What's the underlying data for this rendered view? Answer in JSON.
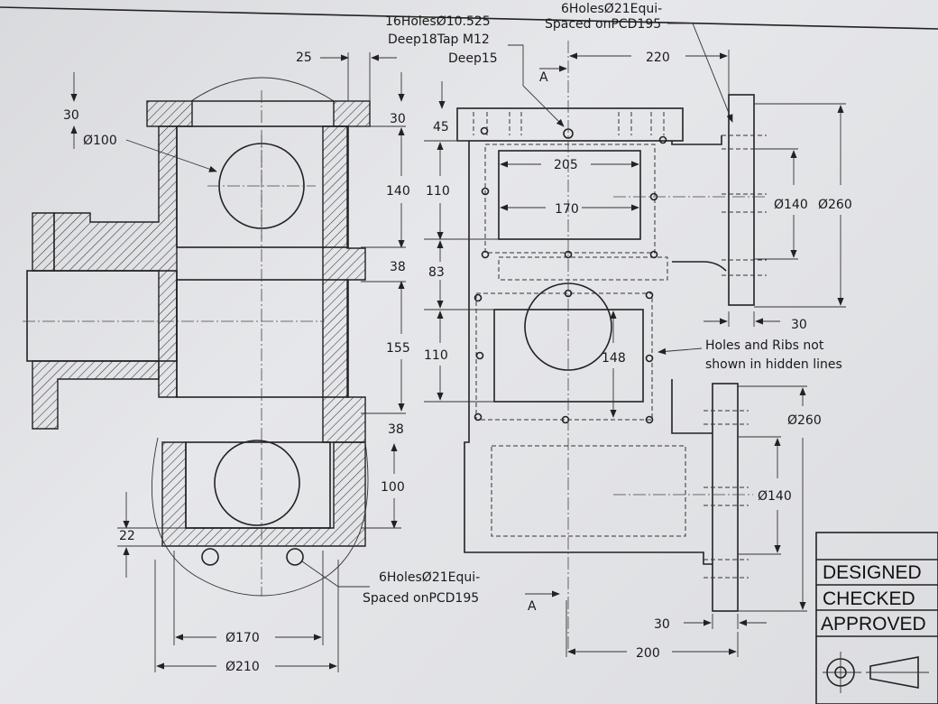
{
  "front_view": {
    "dims": {
      "d25": "25",
      "d30_top": "30",
      "d30_left": "30",
      "d100": "Ø100",
      "d140": "140",
      "d38_a": "38",
      "d155": "155",
      "d38_b": "38",
      "d100_v": "100",
      "d22": "22",
      "d170": "Ø170",
      "d210": "Ø210"
    },
    "note_bottom": [
      "6HolesØ21Equi-",
      "Spaced onPCD195"
    ]
  },
  "side_view": {
    "note_tap": [
      "16HolesØ10.525",
      "Deep18Tap M12",
      "Deep15"
    ],
    "note_top": [
      "6HolesØ21Equi-",
      "Spaced onPCD195"
    ],
    "section_mark": "A",
    "dims": {
      "d220": "220",
      "d45": "45",
      "d205": "205",
      "d110_a": "110",
      "d170": "170",
      "d83": "83",
      "d110_b": "110",
      "d148": "148",
      "d140_top": "Ø140",
      "d260_top": "Ø260",
      "d30_top": "30",
      "d260_bot": "Ø260",
      "d140_bot": "Ø140",
      "d30_bot": "30",
      "d200": "200"
    },
    "hidden_note": [
      "Holes and Ribs not",
      "shown in hidden lines"
    ]
  },
  "title_block": {
    "rows": [
      "DESIGNED",
      "CHECKED",
      "APPROVED"
    ],
    "projection_symbol": "first-angle-projection-icon"
  }
}
